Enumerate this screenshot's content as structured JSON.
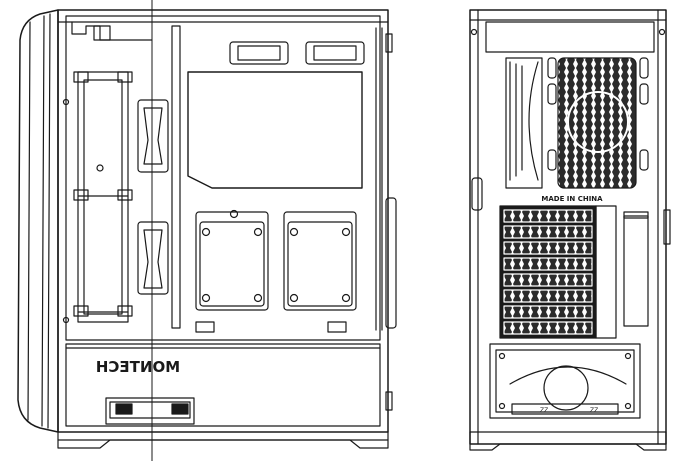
{
  "labels": {
    "brand": "MONTECH",
    "made_in": "MADE IN CHINA"
  },
  "colors": {
    "line": "#1a1a1a",
    "paper": "#ffffff",
    "mesh": "#2b2b2b"
  },
  "views": [
    {
      "id": "side-view",
      "description_name": "side-view"
    },
    {
      "id": "rear-view",
      "description_name": "rear-view"
    }
  ]
}
